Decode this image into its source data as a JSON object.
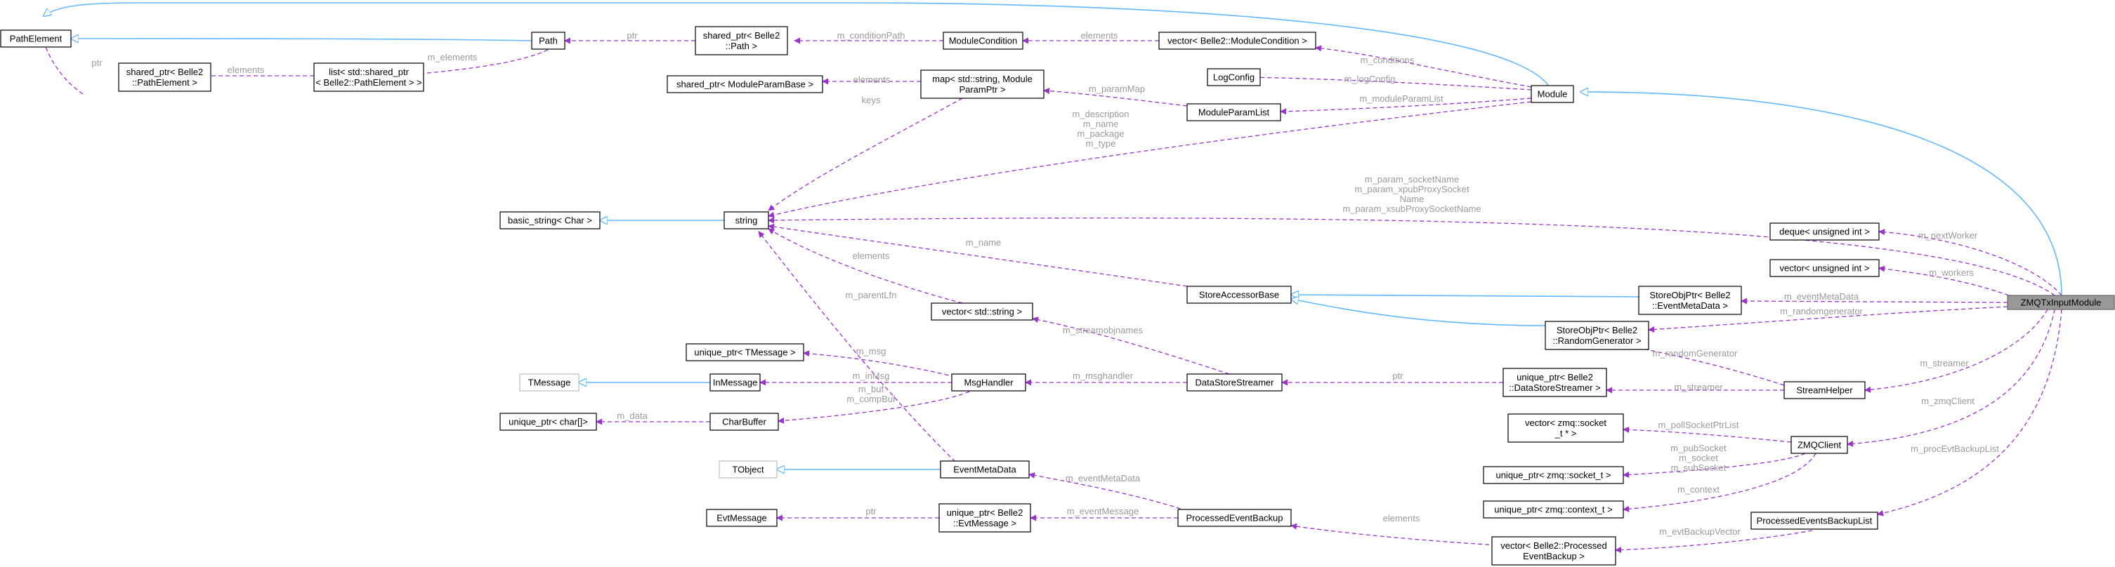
{
  "nodes": {
    "PathElement": {
      "lines": [
        "PathElement"
      ]
    },
    "Path": {
      "lines": [
        "Path"
      ]
    },
    "sp_PathElement": {
      "lines": [
        "shared_ptr< Belle2",
        "::PathElement >"
      ]
    },
    "list_sp": {
      "lines": [
        "list< std::shared_ptr",
        "< Belle2::PathElement > >"
      ]
    },
    "sp_Path": {
      "lines": [
        "shared_ptr< Belle2",
        "::Path >"
      ]
    },
    "ModuleCondition": {
      "lines": [
        "ModuleCondition"
      ]
    },
    "vec_ModuleCondition": {
      "lines": [
        "vector< Belle2::ModuleCondition >"
      ]
    },
    "Module": {
      "lines": [
        "Module"
      ]
    },
    "LogConfig": {
      "lines": [
        "LogConfig"
      ]
    },
    "ModuleParamList": {
      "lines": [
        "ModuleParamList"
      ]
    },
    "map_ModuleParamPtr": {
      "lines": [
        "map< std::string, Module",
        "ParamPtr >"
      ]
    },
    "sp_ModuleParamBase": {
      "lines": [
        "shared_ptr< ModuleParamBase >"
      ]
    },
    "basic_string": {
      "lines": [
        "basic_string< Char >"
      ]
    },
    "string": {
      "lines": [
        "string"
      ]
    },
    "StoreAccessorBase": {
      "lines": [
        "StoreAccessorBase"
      ]
    },
    "vec_string": {
      "lines": [
        "vector< std::string >"
      ]
    },
    "unique_ptr_TMessage": {
      "lines": [
        "unique_ptr< TMessage >"
      ]
    },
    "TMessage": {
      "lines": [
        "TMessage"
      ]
    },
    "InMessage": {
      "lines": [
        "InMessage"
      ]
    },
    "MsgHandler": {
      "lines": [
        "MsgHandler"
      ]
    },
    "unique_ptr_char": {
      "lines": [
        "unique_ptr< char[]>"
      ]
    },
    "CharBuffer": {
      "lines": [
        "CharBuffer"
      ]
    },
    "TObject": {
      "lines": [
        "TObject"
      ]
    },
    "EventMetaData": {
      "lines": [
        "EventMetaData"
      ]
    },
    "EvtMessage": {
      "lines": [
        "EvtMessage"
      ]
    },
    "up_EvtMessage": {
      "lines": [
        "unique_ptr< Belle2",
        "::EvtMessage >"
      ]
    },
    "ProcessedEventBackup": {
      "lines": [
        "ProcessedEventBackup"
      ]
    },
    "DataStoreStreamer": {
      "lines": [
        "DataStoreStreamer"
      ]
    },
    "StoreObjPtr_EventMetaData": {
      "lines": [
        "StoreObjPtr< Belle2",
        "::EventMetaData >"
      ]
    },
    "StoreObjPtr_RandomGenerator": {
      "lines": [
        "StoreObjPtr< Belle2",
        "::RandomGenerator >"
      ]
    },
    "up_DataStoreStreamer": {
      "lines": [
        "unique_ptr< Belle2",
        "::DataStoreStreamer >"
      ]
    },
    "StreamHelper": {
      "lines": [
        "StreamHelper"
      ]
    },
    "deque_uint": {
      "lines": [
        "deque< unsigned int >"
      ]
    },
    "vector_uint": {
      "lines": [
        "vector< unsigned int >"
      ]
    },
    "ZMQTxInputModule": {
      "lines": [
        "ZMQTxInputModule"
      ]
    },
    "vec_socket": {
      "lines": [
        "vector< zmq::socket",
        "_t * >"
      ]
    },
    "ZMQClient": {
      "lines": [
        "ZMQClient"
      ]
    },
    "up_socket": {
      "lines": [
        "unique_ptr< zmq::socket_t >"
      ]
    },
    "up_context": {
      "lines": [
        "unique_ptr< zmq::context_t >"
      ]
    },
    "ProcessedEventsBackupList": {
      "lines": [
        "ProcessedEventsBackupList"
      ]
    },
    "vec_ProcessedEventBackup": {
      "lines": [
        "vector< Belle2::Processed",
        "EventBackup >"
      ]
    }
  },
  "edge_labels": {
    "ptr_1": [
      "ptr"
    ],
    "m_elements": [
      "m_elements"
    ],
    "elements_1": [
      "elements"
    ],
    "ptr_2": [
      "ptr"
    ],
    "m_conditionPath": [
      "m_conditionPath"
    ],
    "elements_2": [
      "elements"
    ],
    "m_conditions": [
      "m_conditions"
    ],
    "m_logConfig": [
      "m_logConfig"
    ],
    "m_moduleParamList": [
      "m_moduleParamList"
    ],
    "m_paramMap": [
      "m_paramMap"
    ],
    "elements_3": [
      "elements"
    ],
    "keys": [
      "keys"
    ],
    "module_strings": [
      "m_description",
      "m_name",
      "m_package",
      "m_type"
    ],
    "zmq_strings": [
      "m_param_socketName",
      "m_param_xpubProxySocket",
      "Name",
      "m_param_xsubProxySocketName"
    ],
    "m_name_sab": [
      "m_name"
    ],
    "elements_4": [
      "elements"
    ],
    "m_parentLfn": [
      "m_parentLfn"
    ],
    "m_streamobjnames": [
      "m_streamobjnames"
    ],
    "m_msg": [
      "m_msg"
    ],
    "m_inMsg": [
      "m_inMsg"
    ],
    "m_buf": [
      "m_buf",
      "m_compBuf"
    ],
    "m_data": [
      "m_data"
    ],
    "m_msghandler": [
      "m_msghandler"
    ],
    "ptr_3": [
      "ptr"
    ],
    "m_eventMetaData": [
      "m_eventMetaData"
    ],
    "m_eventMessage": [
      "m_eventMessage"
    ],
    "ptr_4": [
      "ptr"
    ],
    "elements_5": [
      "elements"
    ],
    "m_evtBackupVector": [
      "m_evtBackupVector"
    ],
    "m_nextWorker": [
      "m_nextWorker"
    ],
    "m_workers": [
      "m_workers"
    ],
    "m_eventMetaData_2": [
      "m_eventMetaData"
    ],
    "m_randomgenerator": [
      "m_randomgenerator"
    ],
    "m_randomGenerator": [
      "m_randomGenerator"
    ],
    "m_streamer_1": [
      "m_streamer"
    ],
    "m_streamer_2": [
      "m_streamer"
    ],
    "m_zmqClient": [
      "m_zmqClient"
    ],
    "m_procEvtBackupList": [
      "m_procEvtBackupList"
    ],
    "m_pollSocketPtrList": [
      "m_pollSocketPtrList"
    ],
    "m_sockets": [
      "m_pubSocket",
      "m_socket",
      "m_subSocket"
    ],
    "m_context": [
      "m_context"
    ]
  },
  "colors": {
    "inheritance": "#63b8ff",
    "usage": "#9a32cd",
    "label": "#9a9a9a",
    "focus_fill": "#999999"
  }
}
